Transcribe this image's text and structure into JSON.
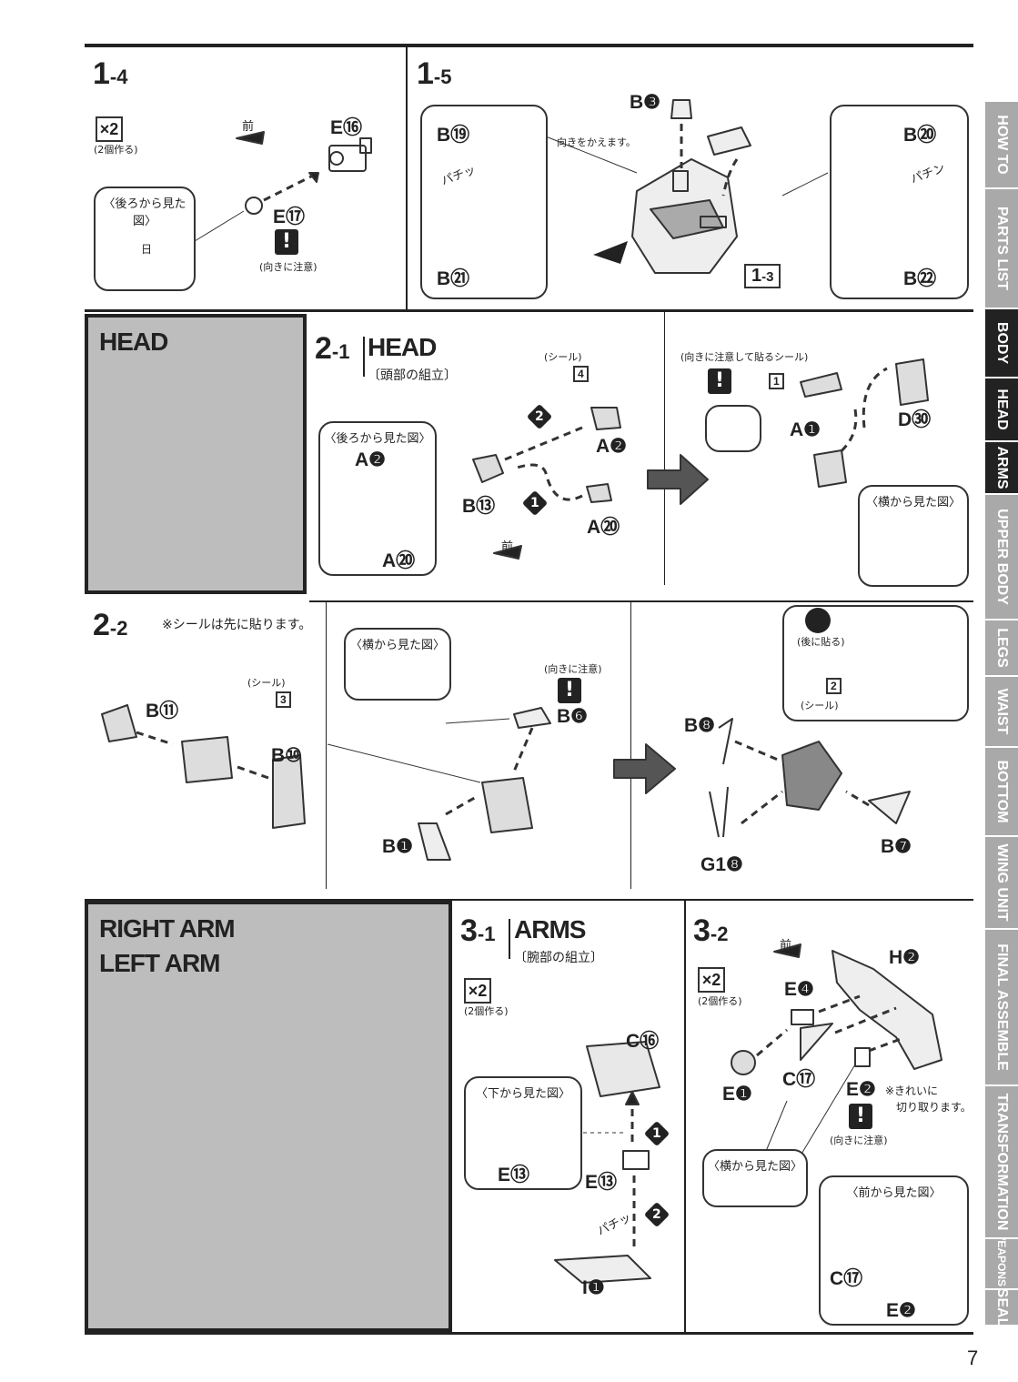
{
  "steps": {
    "s14": {
      "num": "1",
      "sub": "-4",
      "count": "×2",
      "count_note": "(2個作る)",
      "front": "前",
      "back_view": "〈後ろから見た図〉",
      "part_e16": "E⑯",
      "part_e17": "E⑰",
      "caution": "(向きに注意)",
      "mark": "日"
    },
    "s15": {
      "num": "1",
      "sub": "-5",
      "b3": "B❸",
      "b19": "B⑲",
      "b21": "B㉑",
      "b20": "B⑳",
      "b22": "B㉒",
      "flip_note": "向きをかえます。",
      "snap1": "パチッ",
      "snap2": "パチン",
      "ref_num": "1",
      "ref_sub": "-3"
    },
    "head_box": {
      "title": "HEAD"
    },
    "s21": {
      "num": "2",
      "sub": "-1",
      "title": "HEAD",
      "subtitle": "〔頭部の組立〕",
      "seal_label": "(シール)",
      "seal_num": "4",
      "back_view": "〈後ろから見た図〉",
      "a2": "A❷",
      "a20": "A⑳",
      "a2b": "A❷",
      "b13": "B⑬",
      "a20b": "A⑳",
      "order1": "1",
      "order2": "2",
      "front": "前",
      "seal_caution": "(向きに注意して貼るシール)",
      "seal_num2": "1",
      "a1": "A❶",
      "d30": "D㉚",
      "side_view": "〈横から見た図〉"
    },
    "s22": {
      "num": "2",
      "sub": "-2",
      "note": "※シールは先に貼ります。",
      "seal_label": "(シール)",
      "seal_num": "3",
      "b11": "B⑪",
      "b10": "B⑩",
      "side_view": "〈横から見た図〉",
      "caution": "(向きに注意)",
      "b6": "B❻",
      "b1": "B❶",
      "back_stick": "(後に貼る)",
      "seal_label2": "(シール)",
      "seal_num2": "2",
      "b8": "B❽",
      "b7": "B❼",
      "g18": "G1❽"
    },
    "arm_box": {
      "title1": "RIGHT ARM",
      "title2": "LEFT ARM"
    },
    "s31": {
      "num": "3",
      "sub": "-1",
      "title": "ARMS",
      "subtitle": "〔腕部の組立〕",
      "count": "×2",
      "count_note": "(2個作る)",
      "bottom_view": "〈下から見た図〉",
      "c16": "C⑯",
      "e13": "E⑬",
      "e13b": "E⑬",
      "i1": "I❶",
      "snap": "パチッ",
      "order1": "1",
      "order2": "2"
    },
    "s32": {
      "num": "3",
      "sub": "-2",
      "front": "前",
      "count": "×2",
      "count_note": "(2個作る)",
      "h2": "H❷",
      "e4": "E❹",
      "e1": "E❶",
      "c17": "C⑰",
      "e2": "E❷",
      "cut_note1": "※きれいに",
      "cut_note2": "切り取ります。",
      "caution": "(向きに注意)",
      "side_view": "〈横から見た図〉",
      "front_view": "〈前から見た図〉",
      "c17b": "C⑰",
      "e2b": "E❷"
    }
  },
  "nav": [
    {
      "label": "HOW TO",
      "active": false
    },
    {
      "label": "PARTS LIST",
      "active": false
    },
    {
      "label": "BODY",
      "active": true
    },
    {
      "label": "HEAD",
      "active": true
    },
    {
      "label": "ARMS",
      "active": true
    },
    {
      "label": "UPPER BODY",
      "active": false
    },
    {
      "label": "LEGS",
      "active": false
    },
    {
      "label": "WAIST",
      "active": false
    },
    {
      "label": "BOTTOM",
      "active": false
    },
    {
      "label": "WING UNIT",
      "active": false
    },
    {
      "label": "FINAL ASSEMBLE",
      "active": false
    },
    {
      "label": "TRANSFORMATION",
      "active": false
    },
    {
      "label": "WEAPONS &",
      "active": false
    },
    {
      "label": "SEAL",
      "active": false
    }
  ],
  "page_number": "7"
}
